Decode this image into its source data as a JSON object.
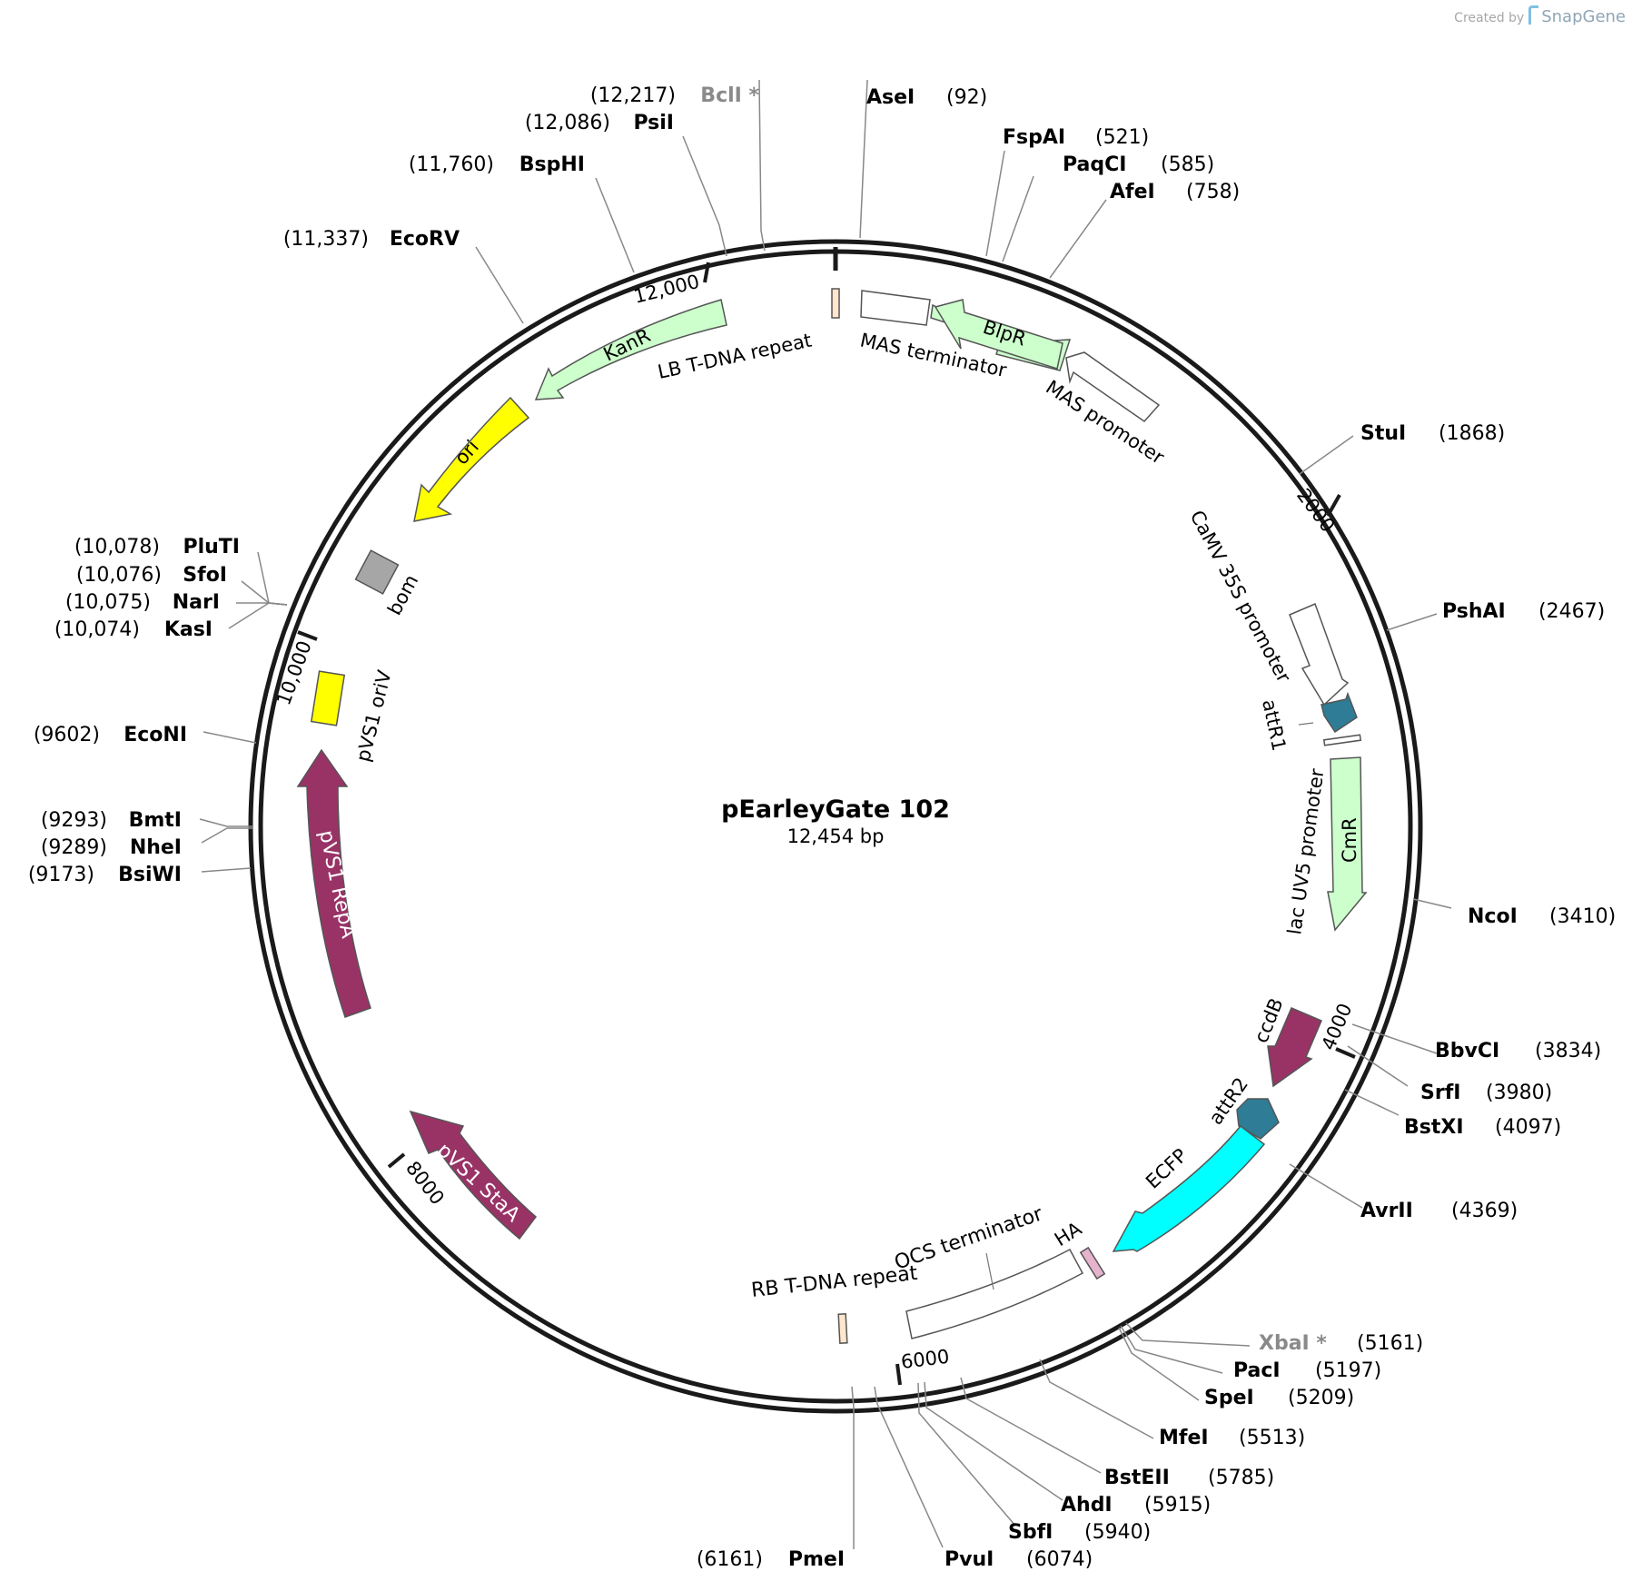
{
  "header": {
    "created_by": "Created by",
    "brand": "SnapGene"
  },
  "plasmid": {
    "name": "pEarleyGate 102",
    "size_label": "12,454 bp",
    "length_bp": 12454
  },
  "ticks": [
    "2000",
    "4000",
    "6000",
    "8000",
    "10,000",
    "12,000"
  ],
  "enzymes": [
    {
      "name": "AseI",
      "pos_label": "(92)",
      "position_bp": 92,
      "side": "right"
    },
    {
      "name": "FspAI",
      "pos_label": "(521)",
      "position_bp": 521,
      "side": "right"
    },
    {
      "name": "PaqCI",
      "pos_label": "(585)",
      "position_bp": 585,
      "side": "right"
    },
    {
      "name": "AfeI",
      "pos_label": "(758)",
      "position_bp": 758,
      "side": "right"
    },
    {
      "name": "StuI",
      "pos_label": "(1868)",
      "position_bp": 1868,
      "side": "right"
    },
    {
      "name": "PshAI",
      "pos_label": "(2467)",
      "position_bp": 2467,
      "side": "right"
    },
    {
      "name": "NcoI",
      "pos_label": "(3410)",
      "position_bp": 3410,
      "side": "right"
    },
    {
      "name": "BbvCI",
      "pos_label": "(3834)",
      "position_bp": 3834,
      "side": "right"
    },
    {
      "name": "SrfI",
      "pos_label": "(3980)",
      "position_bp": 3980,
      "side": "right"
    },
    {
      "name": "BstXI",
      "pos_label": "(4097)",
      "position_bp": 4097,
      "side": "right"
    },
    {
      "name": "AvrII",
      "pos_label": "(4369)",
      "position_bp": 4369,
      "side": "right"
    },
    {
      "name": "XbaI *",
      "pos_label": "(5161)",
      "position_bp": 5161,
      "side": "right",
      "dimmed": true
    },
    {
      "name": "PacI",
      "pos_label": "(5197)",
      "position_bp": 5197,
      "side": "right"
    },
    {
      "name": "SpeI",
      "pos_label": "(5209)",
      "position_bp": 5209,
      "side": "right"
    },
    {
      "name": "MfeI",
      "pos_label": "(5513)",
      "position_bp": 5513,
      "side": "right"
    },
    {
      "name": "BstEII",
      "pos_label": "(5785)",
      "position_bp": 5785,
      "side": "right"
    },
    {
      "name": "AhdI",
      "pos_label": "(5915)",
      "position_bp": 5915,
      "side": "right"
    },
    {
      "name": "SbfI",
      "pos_label": "(5940)",
      "position_bp": 5940,
      "side": "right"
    },
    {
      "name": "PvuI",
      "pos_label": "(6074)",
      "position_bp": 6074,
      "side": "right"
    },
    {
      "name": "PmeI",
      "pos_label": "(6161)",
      "position_bp": 6161,
      "side": "left"
    },
    {
      "name": "BsiWI",
      "pos_label": "(9173)",
      "position_bp": 9173,
      "side": "left"
    },
    {
      "name": "NheI",
      "pos_label": "(9289)",
      "position_bp": 9289,
      "side": "left"
    },
    {
      "name": "BmtI",
      "pos_label": "(9293)",
      "position_bp": 9293,
      "side": "left"
    },
    {
      "name": "EcoNI",
      "pos_label": "(9602)",
      "position_bp": 9602,
      "side": "left"
    },
    {
      "name": "KasI",
      "pos_label": "(10,074)",
      "position_bp": 10074,
      "side": "left"
    },
    {
      "name": "NarI",
      "pos_label": "(10,075)",
      "position_bp": 10075,
      "side": "left"
    },
    {
      "name": "SfoI",
      "pos_label": "(10,076)",
      "position_bp": 10076,
      "side": "left"
    },
    {
      "name": "PluTI",
      "pos_label": "(10,078)",
      "position_bp": 10078,
      "side": "left"
    },
    {
      "name": "EcoRV",
      "pos_label": "(11,337)",
      "position_bp": 11337,
      "side": "left"
    },
    {
      "name": "BspHI",
      "pos_label": "(11,760)",
      "position_bp": 11760,
      "side": "left"
    },
    {
      "name": "PsiI",
      "pos_label": "(12,086)",
      "position_bp": 12086,
      "side": "left"
    },
    {
      "name": "BclI *",
      "pos_label": "(12,217)",
      "position_bp": 12217,
      "side": "left",
      "dimmed": true
    }
  ],
  "features": [
    {
      "name": "MAS terminator",
      "color": "#ffffff",
      "shape": "box"
    },
    {
      "name": "BlpR",
      "color": "#ccffcc",
      "shape": "arrow"
    },
    {
      "name": "MAS promoter",
      "color": "#ffffff",
      "shape": "arrow"
    },
    {
      "name": "CaMV 35S promoter",
      "color": "#ffffff",
      "shape": "arrow"
    },
    {
      "name": "attR1",
      "color": "#2e7c95",
      "shape": "arrow"
    },
    {
      "name": "lac UV5 promoter",
      "color": "#ffffff",
      "shape": "marker"
    },
    {
      "name": "CmR",
      "color": "#ccffcc",
      "shape": "arrow"
    },
    {
      "name": "ccdB",
      "color": "#993366",
      "shape": "arrow"
    },
    {
      "name": "attR2",
      "color": "#2e7c95",
      "shape": "arrow"
    },
    {
      "name": "ECFP",
      "color": "#00ffff",
      "shape": "arrow"
    },
    {
      "name": "HA",
      "color": "#e6b3cc",
      "shape": "box"
    },
    {
      "name": "OCS terminator",
      "color": "#ffffff",
      "shape": "box"
    },
    {
      "name": "RB T-DNA repeat",
      "color": "#ffe6cc",
      "shape": "box"
    },
    {
      "name": "pVS1 StaA",
      "color": "#993366",
      "shape": "arrow"
    },
    {
      "name": "pVS1 RepA",
      "color": "#993366",
      "shape": "arrow"
    },
    {
      "name": "pVS1 oriV",
      "color": "#ffff00",
      "shape": "box"
    },
    {
      "name": "bom",
      "color": "#a6a6a6",
      "shape": "box"
    },
    {
      "name": "ori",
      "color": "#ffff00",
      "shape": "arrow"
    },
    {
      "name": "KanR",
      "color": "#ccffcc",
      "shape": "arrow"
    },
    {
      "name": "LB T-DNA repeat",
      "color": "#ffe6cc",
      "shape": "box"
    }
  ]
}
